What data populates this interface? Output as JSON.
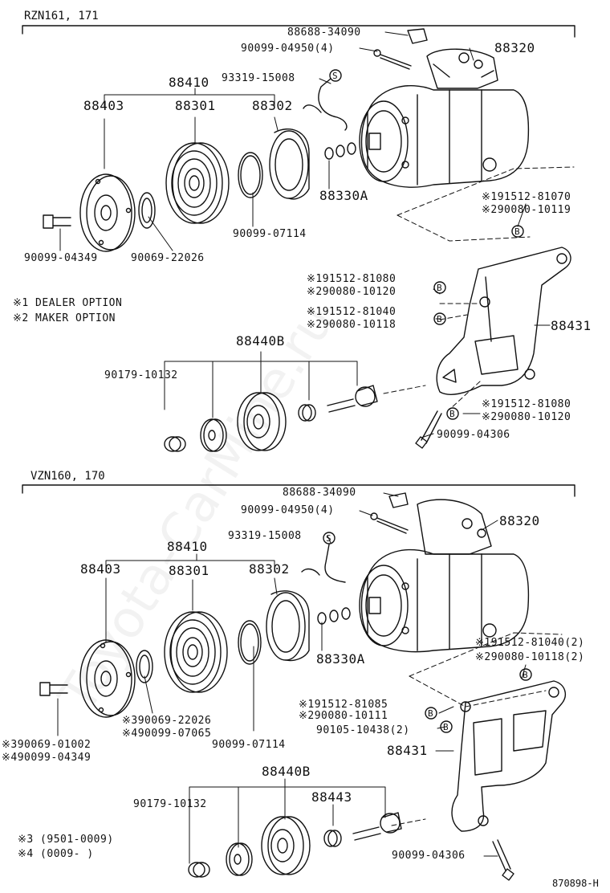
{
  "colors": {
    "line": "#111111",
    "background": "#ffffff"
  },
  "watermark": "Toyota-CarMine.ru",
  "top": {
    "model": "RZN161, 171",
    "labels": {
      "a": "88688-34090",
      "b": "90099-04950(4)",
      "c": "88320",
      "d": "88410",
      "e": "93319-15008",
      "f": "88403",
      "g": "88301",
      "h": "88302",
      "i": "88330A",
      "j": "90099-07114",
      "k": "90099-04349",
      "l": "90069-22026",
      "m": "91512-81070",
      "n": "90080-10119",
      "o": "91512-81080",
      "p": "90080-10120",
      "q": "91512-81040",
      "r": "90080-10118",
      "s": "88431",
      "t": "88440B",
      "u": "90179-10132",
      "v": "91512-81080",
      "w": "90080-10120",
      "x": "90099-04306"
    },
    "notes": {
      "n1": "※1 DEALER OPTION",
      "n2": "※2 MAKER OPTION"
    }
  },
  "bottom": {
    "model": "VZN160, 170",
    "labels": {
      "a": "88688-34090",
      "b": "90099-04950(4)",
      "c": "88320",
      "d": "88410",
      "e": "93319-15008",
      "f": "88403",
      "g": "88301",
      "h": "88302",
      "i": "88330A",
      "j": "91512-81040(2)",
      "k": "90080-10118(2)",
      "l": "91512-81085",
      "m": "90080-10111",
      "n": "90105-10438(2)",
      "o": "88431",
      "p": "90069-22026",
      "q": "90099-07065",
      "r": "90069-01002",
      "s": "90099-04349",
      "t": "90099-07114",
      "u": "88440B",
      "v": "88443",
      "w": "90179-10132",
      "x": "90099-04306"
    },
    "notes": {
      "n3": "※3 (9501-0009)",
      "n4": "※4 (0009-     )"
    }
  },
  "footer": {
    "code": "870898-H"
  },
  "marks": {
    "s": "1",
    "x1": "※1",
    "x2": "※2",
    "x3": "※3",
    "x4": "※4"
  }
}
